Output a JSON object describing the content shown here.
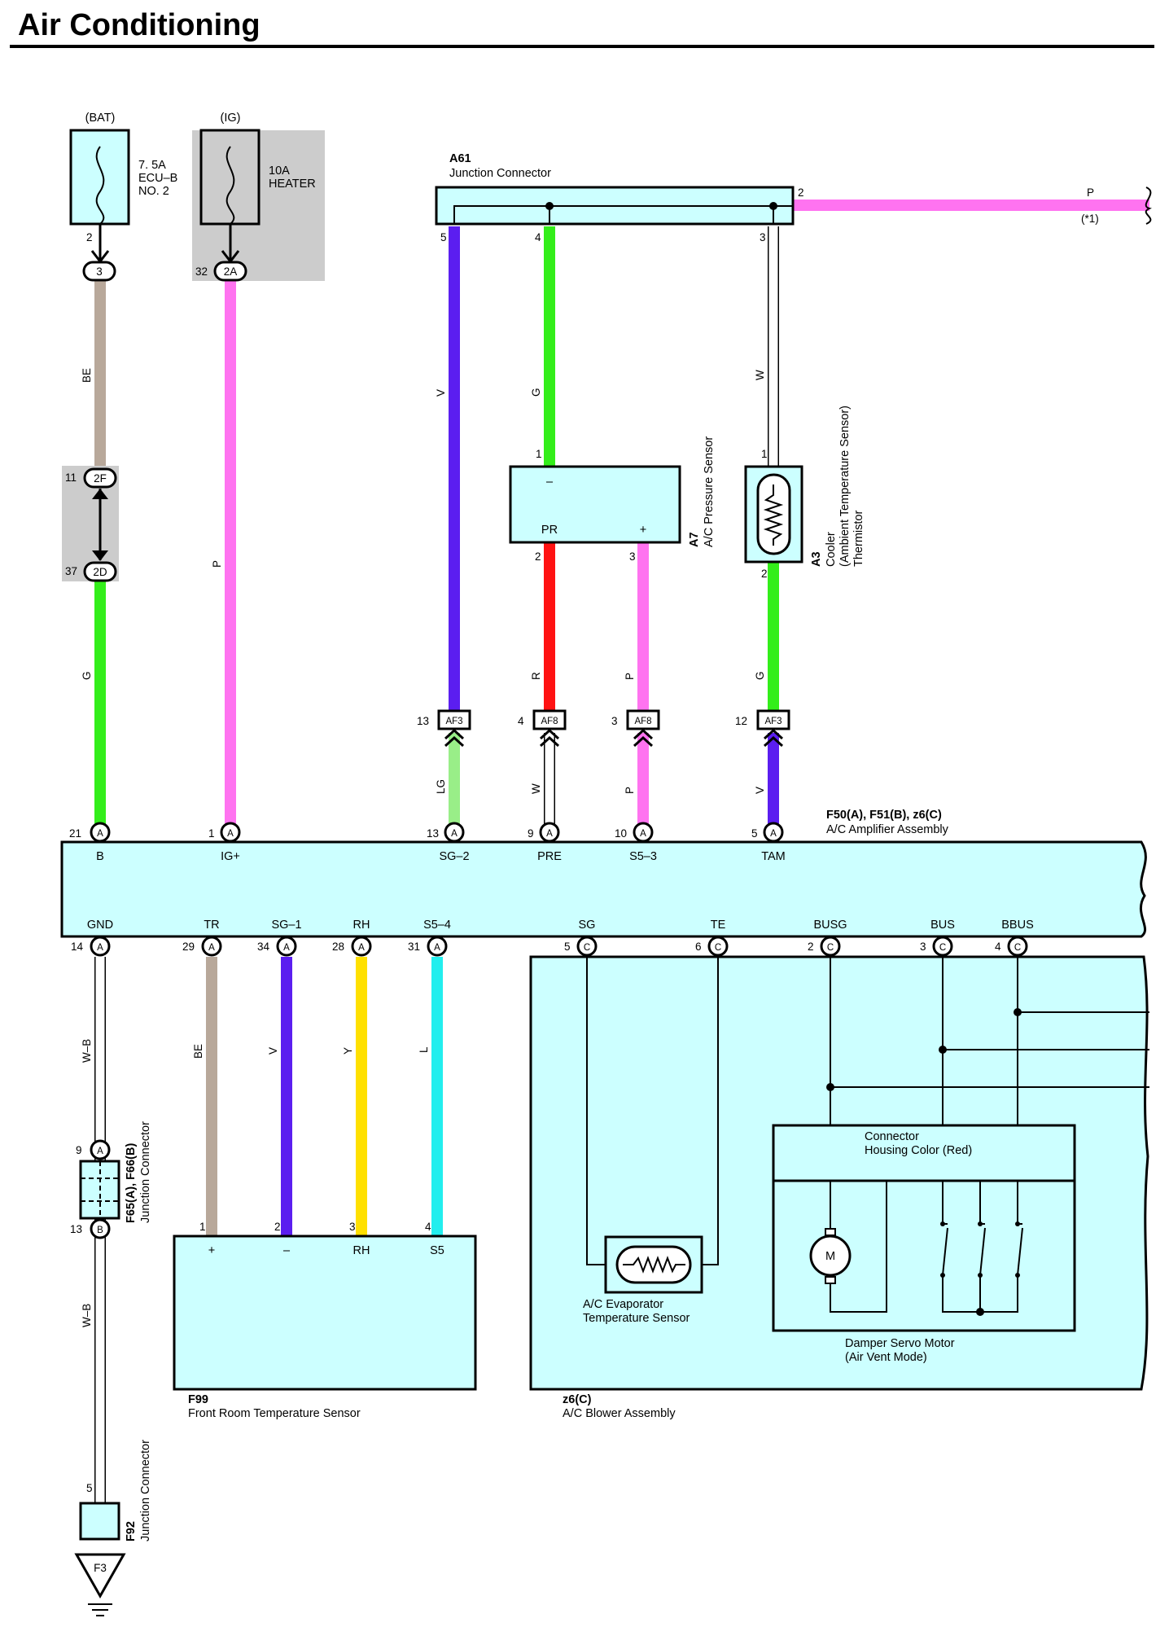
{
  "title": "Air Conditioning",
  "colors": {
    "V": "#5b1ef0",
    "G": "#33ee1a",
    "R": "#ff1212",
    "P": "#ff73f0",
    "W": "#ffffff",
    "LG": "#99ee88",
    "BE": "#b8a89a",
    "Y": "#ffe000",
    "L": "#22eeee",
    "component_fill": "#ccffff",
    "shade": "#cccccc"
  },
  "power": {
    "bat": {
      "label": "(BAT)",
      "fuse_rating": "7. 5A",
      "fuse_name_1": "ECU–B",
      "fuse_name_2": "NO. 2",
      "pin_top": "2",
      "connector": "3"
    },
    "ig": {
      "label": "(IG)",
      "fuse_rating": "10A",
      "fuse_name": "HEATER",
      "pin": "32",
      "connector": "2A"
    }
  },
  "junction_a61": {
    "code": "A61",
    "name": "Junction Connector",
    "pins": [
      "5",
      "4",
      "3",
      "2"
    ],
    "out_wire": "P",
    "note": "(*1)"
  },
  "pressure_sensor": {
    "code": "A7",
    "name": "A/C Pressure Sensor",
    "pin_labels": [
      "–",
      "PR",
      "+"
    ],
    "pins": [
      "1",
      "2",
      "3"
    ]
  },
  "thermistor": {
    "code": "A3",
    "line1": "Cooler",
    "line2": "(Ambient Temperature Sensor)",
    "line3": "Thermistor",
    "pins": [
      "1",
      "2"
    ]
  },
  "splices": {
    "top": "2F",
    "top_pin": "11",
    "bottom": "2D",
    "bottom_pin": "37"
  },
  "inline_connectors": [
    {
      "pin": "13",
      "code": "AF3"
    },
    {
      "pin": "4",
      "code": "AF8"
    },
    {
      "pin": "3",
      "code": "AF8"
    },
    {
      "pin": "12",
      "code": "AF3"
    }
  ],
  "wire_labels": {
    "be_top": "BE",
    "g_left": "G",
    "p_ig": "P",
    "v_top": "V",
    "g_mid": "G",
    "w_top": "W",
    "r_mid": "R",
    "p_mid": "P",
    "g_right": "G",
    "lg": "LG",
    "w_low": "W",
    "p_low": "P",
    "v_low": "V",
    "wb_1": "W–B",
    "wb_2": "W–B",
    "be_low": "BE",
    "v_tr": "V",
    "y_rh": "Y",
    "l_s5": "L"
  },
  "amplifier": {
    "codes": "F50(A), F51(B), z6(C)",
    "name": "A/C Amplifier Assembly",
    "top_terminals": [
      {
        "pin": "21",
        "conn": "A",
        "label": "B"
      },
      {
        "pin": "1",
        "conn": "A",
        "label": "IG+"
      },
      {
        "pin": "13",
        "conn": "A",
        "label": "SG–2"
      },
      {
        "pin": "9",
        "conn": "A",
        "label": "PRE"
      },
      {
        "pin": "10",
        "conn": "A",
        "label": "S5–3"
      },
      {
        "pin": "5",
        "conn": "A",
        "label": "TAM"
      }
    ],
    "bottom_terminals": [
      {
        "pin": "14",
        "conn": "A",
        "label": "GND"
      },
      {
        "pin": "29",
        "conn": "A",
        "label": "TR"
      },
      {
        "pin": "34",
        "conn": "A",
        "label": "SG–1"
      },
      {
        "pin": "28",
        "conn": "A",
        "label": "RH"
      },
      {
        "pin": "31",
        "conn": "A",
        "label": "S5–4"
      },
      {
        "pin": "5",
        "conn": "C",
        "label": "SG"
      },
      {
        "pin": "6",
        "conn": "C",
        "label": "TE"
      },
      {
        "pin": "2",
        "conn": "C",
        "label": "BUSG"
      },
      {
        "pin": "3",
        "conn": "C",
        "label": "BUS"
      },
      {
        "pin": "4",
        "conn": "C",
        "label": "BBUS"
      }
    ]
  },
  "junction_f65": {
    "codes": "F65(A), F66(B)",
    "name": "Junction Connector",
    "pin_a": "9",
    "conn_a": "A",
    "pin_b": "13",
    "conn_b": "B"
  },
  "junction_f92": {
    "code": "F92",
    "name": "Junction Connector",
    "pin": "5"
  },
  "ground": {
    "label": "F3"
  },
  "room_sensor": {
    "code": "F99",
    "name": "Front Room Temperature Sensor",
    "pins": [
      "1",
      "2",
      "3",
      "4"
    ],
    "labels": [
      "+",
      "–",
      "RH",
      "S5"
    ]
  },
  "blower": {
    "code": "z6(C)",
    "name": "A/C Blower Assembly",
    "evap_line1": "A/C Evaporator",
    "evap_line2": "Temperature Sensor",
    "connector_line1": "Connector",
    "connector_line2": "Housing Color (Red)",
    "motor_symbol": "M",
    "servo_line1": "Damper Servo Motor",
    "servo_line2": "(Air Vent Mode)"
  }
}
